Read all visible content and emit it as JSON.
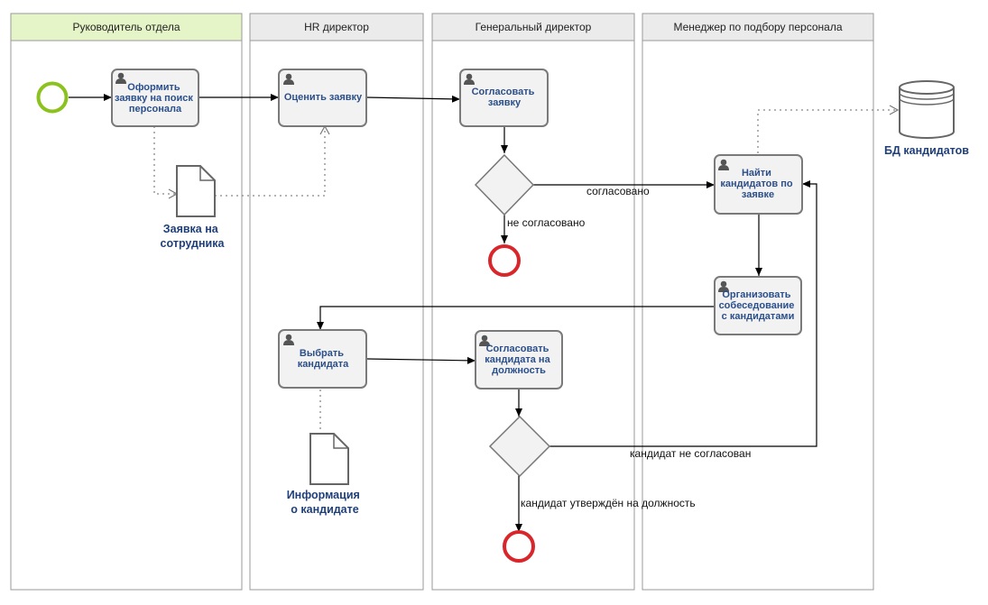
{
  "lanes": [
    {
      "title": "Руководитель отдела",
      "color": "#e6f5c8"
    },
    {
      "title": "HR директор",
      "color": "#ebebeb"
    },
    {
      "title": "Генеральный директор",
      "color": "#ebebeb"
    },
    {
      "title": "Менеджер по подбору персонала",
      "color": "#ebebeb"
    }
  ],
  "tasks": {
    "t1": [
      "Оформить",
      "заявку на поиск",
      "персонала"
    ],
    "t2": [
      "Оценить заявку"
    ],
    "t3": [
      "Согласовать",
      "заявку"
    ],
    "t4": [
      "Найти",
      "кандидатов по",
      "заявке"
    ],
    "t5": [
      "Организовать",
      "собеседование",
      "с кандидатами"
    ],
    "t6": [
      "Выбрать",
      "кандидата"
    ],
    "t7": [
      "Согласовать",
      "кандидата на",
      "должность"
    ]
  },
  "artifacts": {
    "doc1": [
      "Заявка на",
      "сотрудника"
    ],
    "doc2": [
      "Информация",
      "о кандидате"
    ],
    "db": [
      "БД кандидатов"
    ]
  },
  "labels": {
    "approved": "согласовано",
    "not_approved": "не согласовано",
    "cand_not_approved": "кандидат не согласован",
    "cand_approved": "кандидат утверждён на должность"
  },
  "colors": {
    "start_event": "#8cc21e",
    "end_event": "#d9262b",
    "task_fill": "#f2f2f2",
    "task_stroke": "#7a7a7a",
    "task_text": "#2b4f8a"
  }
}
